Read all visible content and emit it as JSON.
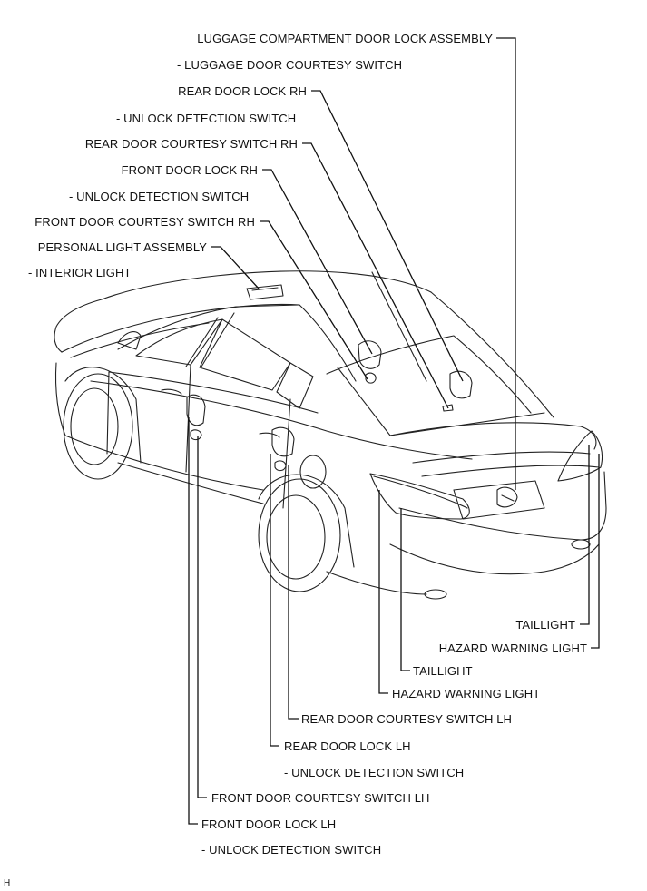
{
  "labels": {
    "luggage_compartment_door_lock_assembly": "LUGGAGE COMPARTMENT DOOR LOCK ASSEMBLY",
    "luggage_door_courtesy_switch": "- LUGGAGE DOOR COURTESY SWITCH",
    "rear_door_lock_rh": "REAR DOOR LOCK RH",
    "rear_rh_unlock_detection_switch": "- UNLOCK DETECTION SWITCH",
    "rear_door_courtesy_switch_rh": "REAR DOOR COURTESY SWITCH RH",
    "front_door_lock_rh": "FRONT DOOR LOCK RH",
    "front_rh_unlock_detection_switch": "- UNLOCK DETECTION SWITCH",
    "front_door_courtesy_switch_rh": "FRONT DOOR COURTESY SWITCH RH",
    "personal_light_assembly": "PERSONAL LIGHT ASSEMBLY",
    "interior_light": "- INTERIOR LIGHT",
    "taillight_rh": "TAILLIGHT",
    "hazard_warning_light_rh": "HAZARD WARNING LIGHT",
    "taillight_lh": "TAILLIGHT",
    "hazard_warning_light_lh": "HAZARD WARNING LIGHT",
    "rear_door_courtesy_switch_lh": "REAR DOOR COURTESY SWITCH LH",
    "rear_door_lock_lh": "REAR DOOR LOCK LH",
    "rear_lh_unlock_detection_switch": "- UNLOCK DETECTION SWITCH",
    "front_door_courtesy_switch_lh": "FRONT DOOR COURTESY SWITCH LH",
    "front_door_lock_lh": "FRONT DOOR LOCK LH",
    "front_lh_unlock_detection_switch": "- UNLOCK DETECTION SWITCH"
  },
  "figure_code": "H"
}
